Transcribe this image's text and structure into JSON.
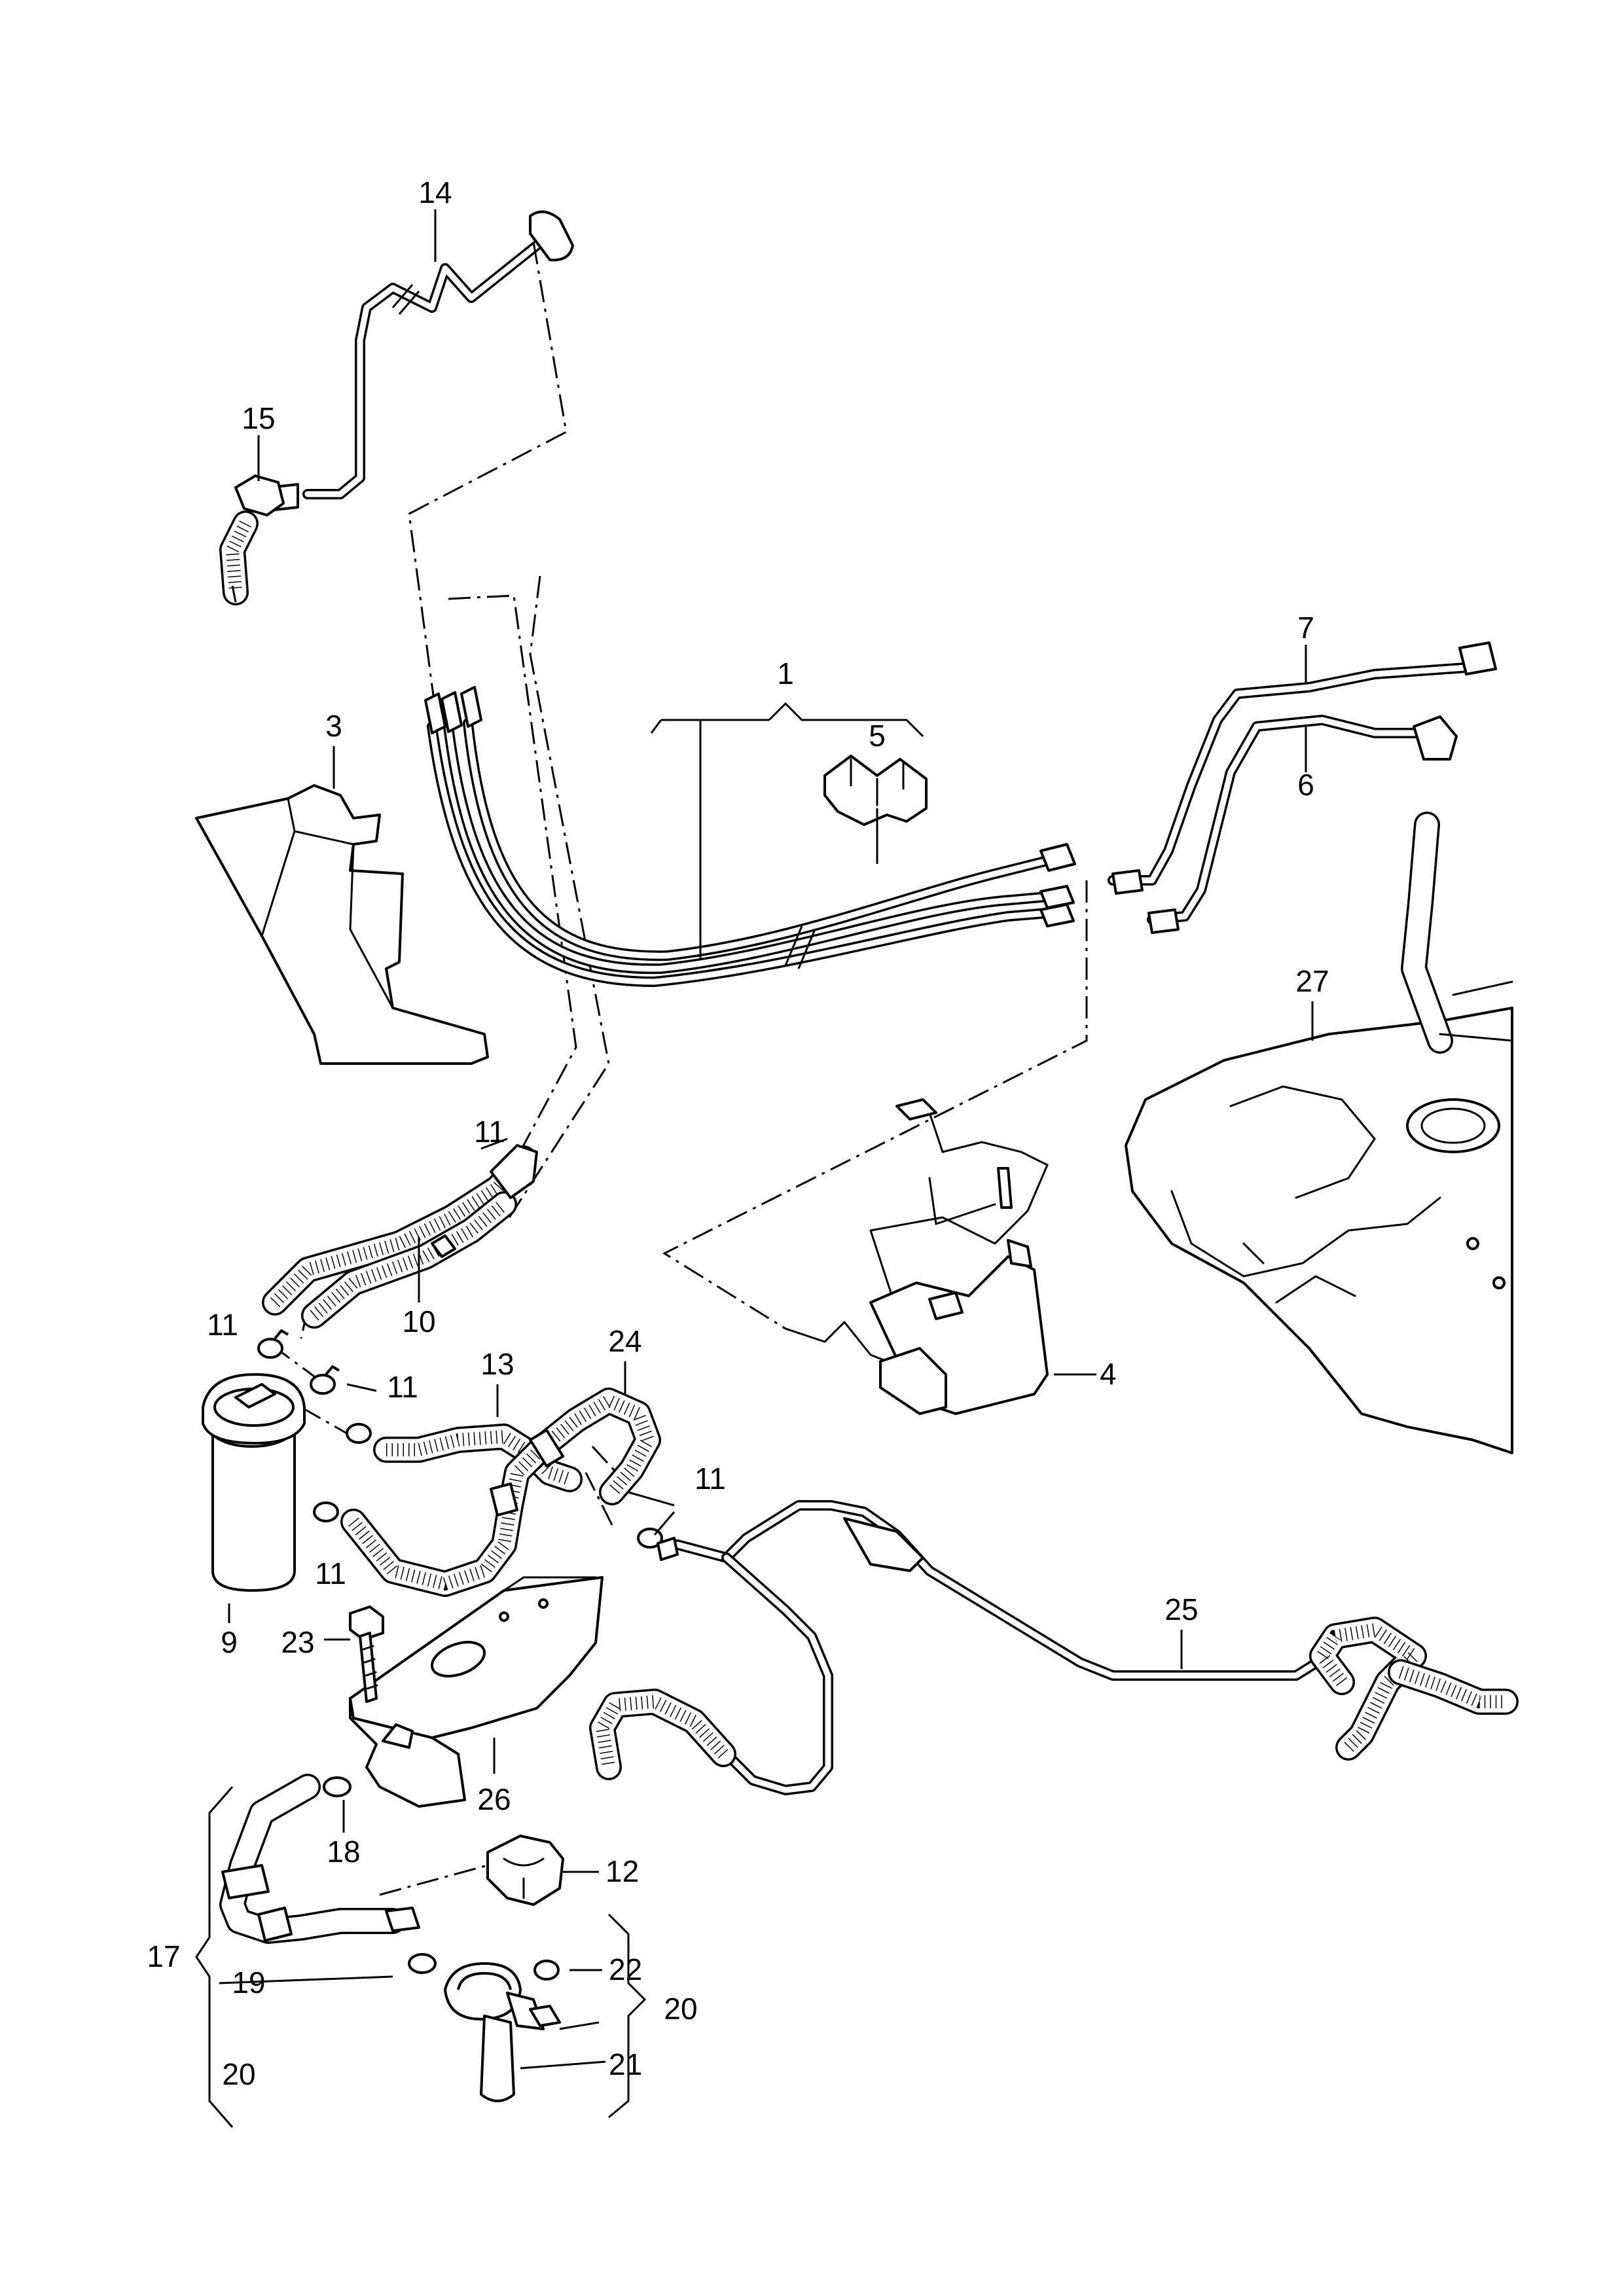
{
  "callouts": [
    {
      "id": "c1",
      "text": "1"
    },
    {
      "id": "c3",
      "text": "3"
    },
    {
      "id": "c4",
      "text": "4"
    },
    {
      "id": "c5",
      "text": "5"
    },
    {
      "id": "c6",
      "text": "6"
    },
    {
      "id": "c7",
      "text": "7"
    },
    {
      "id": "c9",
      "text": "9"
    },
    {
      "id": "c10",
      "text": "10"
    },
    {
      "id": "c11a",
      "text": "11"
    },
    {
      "id": "c11b",
      "text": "11"
    },
    {
      "id": "c11c",
      "text": "11"
    },
    {
      "id": "c11d",
      "text": "11"
    },
    {
      "id": "c11e",
      "text": "11"
    },
    {
      "id": "c12",
      "text": "12"
    },
    {
      "id": "c13",
      "text": "13"
    },
    {
      "id": "c14",
      "text": "14"
    },
    {
      "id": "c15",
      "text": "15"
    },
    {
      "id": "c17",
      "text": "17"
    },
    {
      "id": "c18",
      "text": "18"
    },
    {
      "id": "c19",
      "text": "19"
    },
    {
      "id": "c20a",
      "text": "20"
    },
    {
      "id": "c20b",
      "text": "20"
    },
    {
      "id": "c21",
      "text": "21"
    },
    {
      "id": "c22",
      "text": "22"
    },
    {
      "id": "c23",
      "text": "23"
    },
    {
      "id": "c24",
      "text": "24"
    },
    {
      "id": "c25",
      "text": "25"
    },
    {
      "id": "c26",
      "text": "26"
    },
    {
      "id": "c27",
      "text": "27"
    }
  ]
}
